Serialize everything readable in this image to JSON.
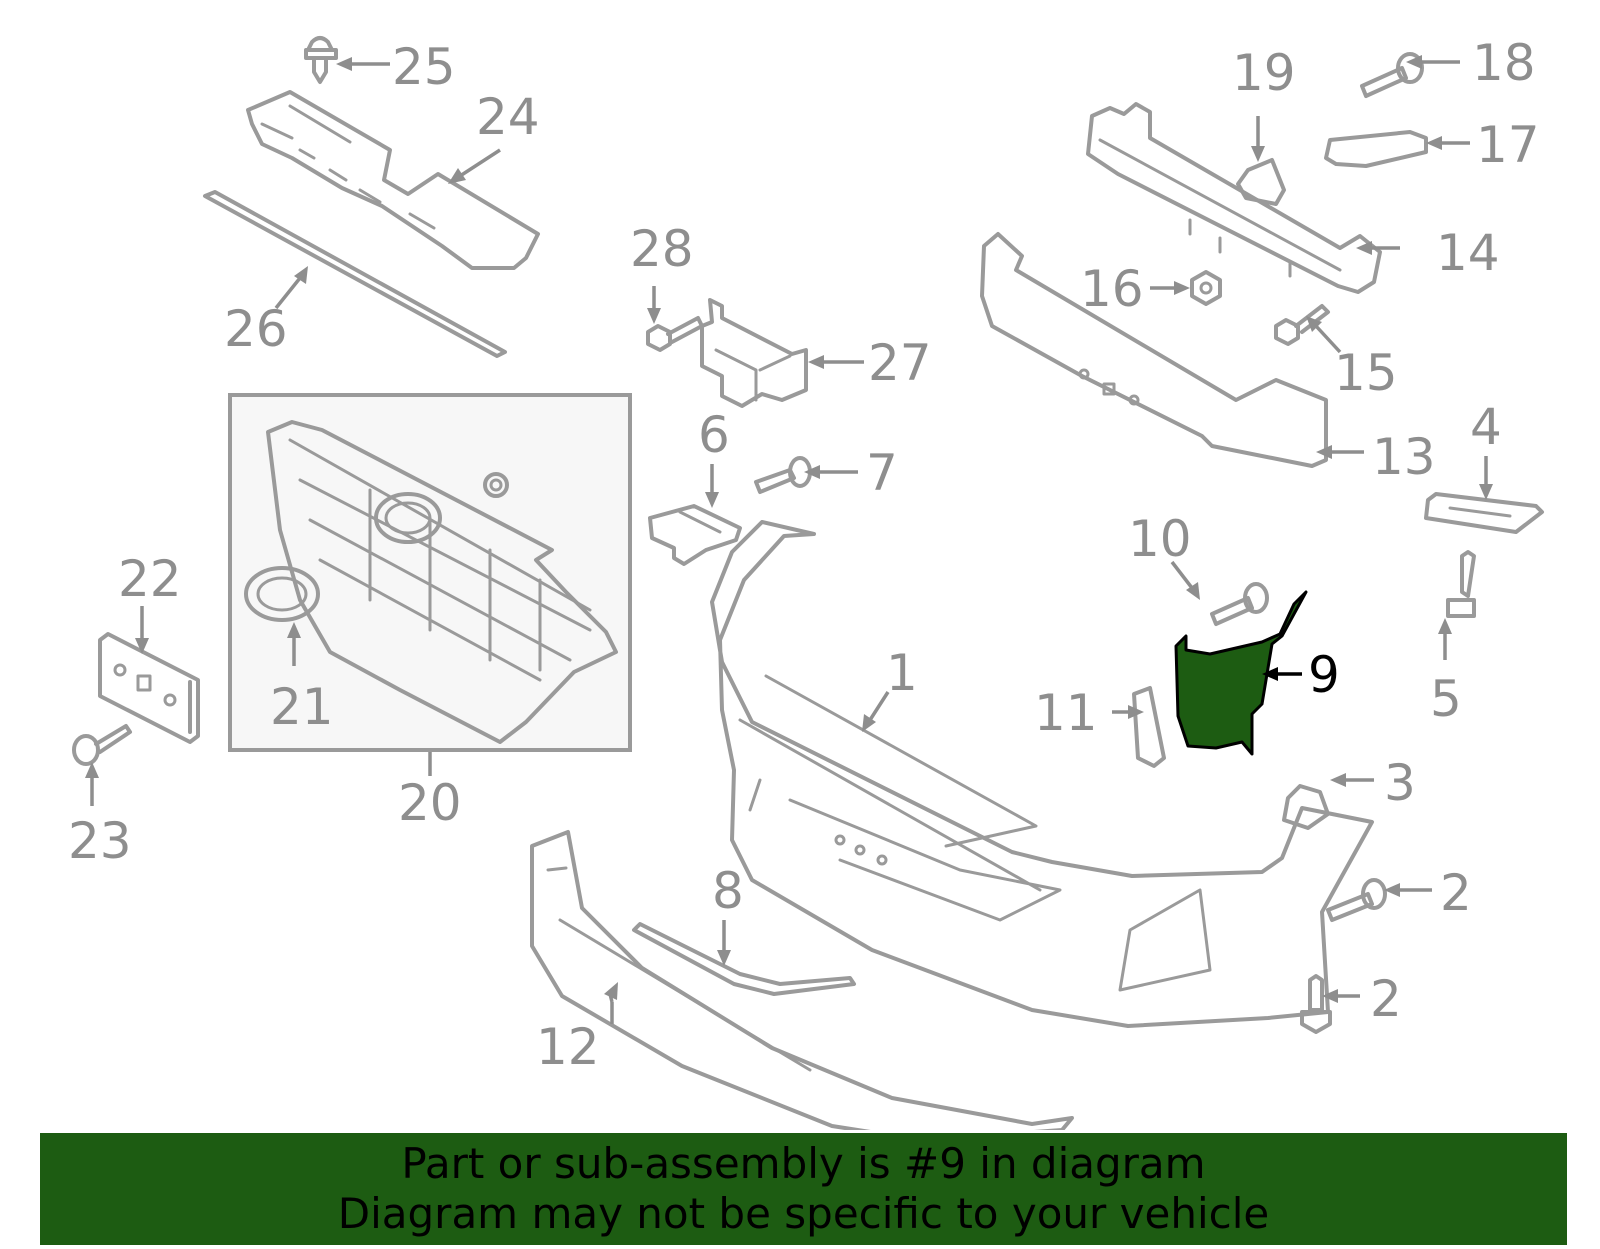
{
  "highlight_color": "#1d5c12",
  "callouts": {
    "c1": "1",
    "c2a": "2",
    "c2b": "2",
    "c3": "3",
    "c4": "4",
    "c5": "5",
    "c6": "6",
    "c7": "7",
    "c8": "8",
    "c9": "9",
    "c10": "10",
    "c11": "11",
    "c12": "12",
    "c13": "13",
    "c14": "14",
    "c15": "15",
    "c16": "16",
    "c17": "17",
    "c18": "18",
    "c19": "19",
    "c20": "20",
    "c21": "21",
    "c22": "22",
    "c23": "23",
    "c24": "24",
    "c25": "25",
    "c26": "26",
    "c27": "27",
    "c28": "28"
  },
  "banner": {
    "line1": "Part or sub-assembly is #9 in diagram",
    "line2": "Diagram may not be specific to your vehicle"
  }
}
